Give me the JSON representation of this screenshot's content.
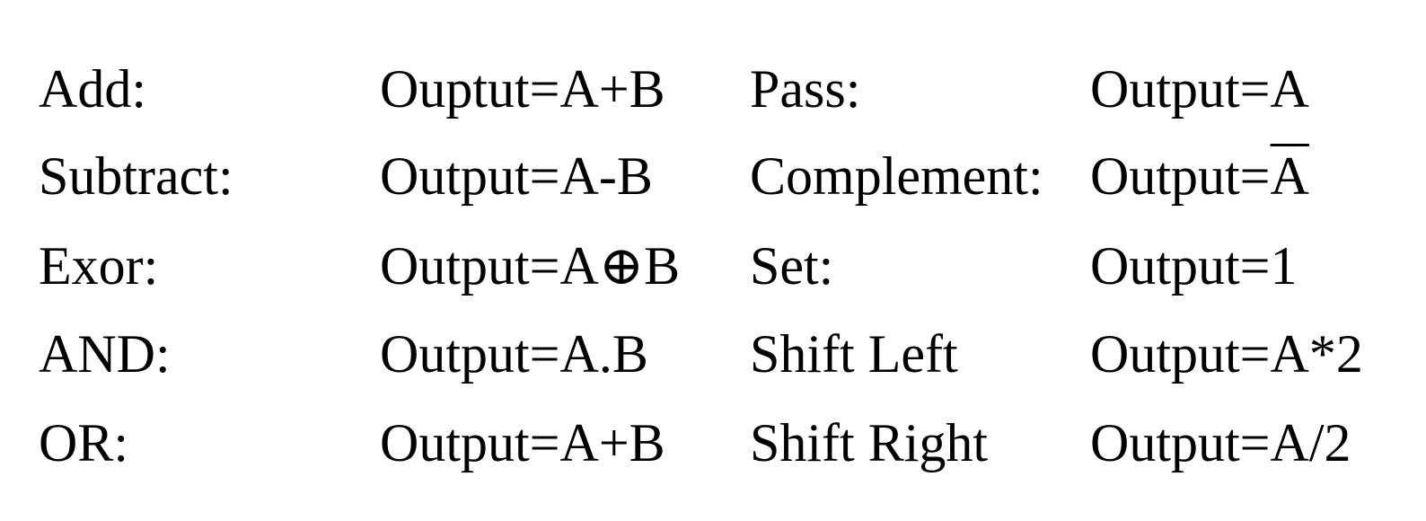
{
  "rows": [
    {
      "op_left": "Add:",
      "expr_left": "Ouptut=A+B",
      "op_right": "Pass:",
      "expr_right": "Output=A"
    },
    {
      "op_left": "Subtract:",
      "expr_left": "Output=A-B",
      "op_right": "Complement:",
      "expr_right_prefix": "Output=",
      "expr_right_var": "A"
    },
    {
      "op_left": "Exor:",
      "expr_left": "Output=A⊕B",
      "op_right": "Set:",
      "expr_right": "Output=1"
    },
    {
      "op_left": "AND:",
      "expr_left": "Output=A.B",
      "op_right": "Shift Left",
      "expr_right": "Output=A*2"
    },
    {
      "op_left": "OR:",
      "expr_left": "Output=A+B",
      "op_right": "Shift Right",
      "expr_right": "Output=A/2"
    }
  ]
}
